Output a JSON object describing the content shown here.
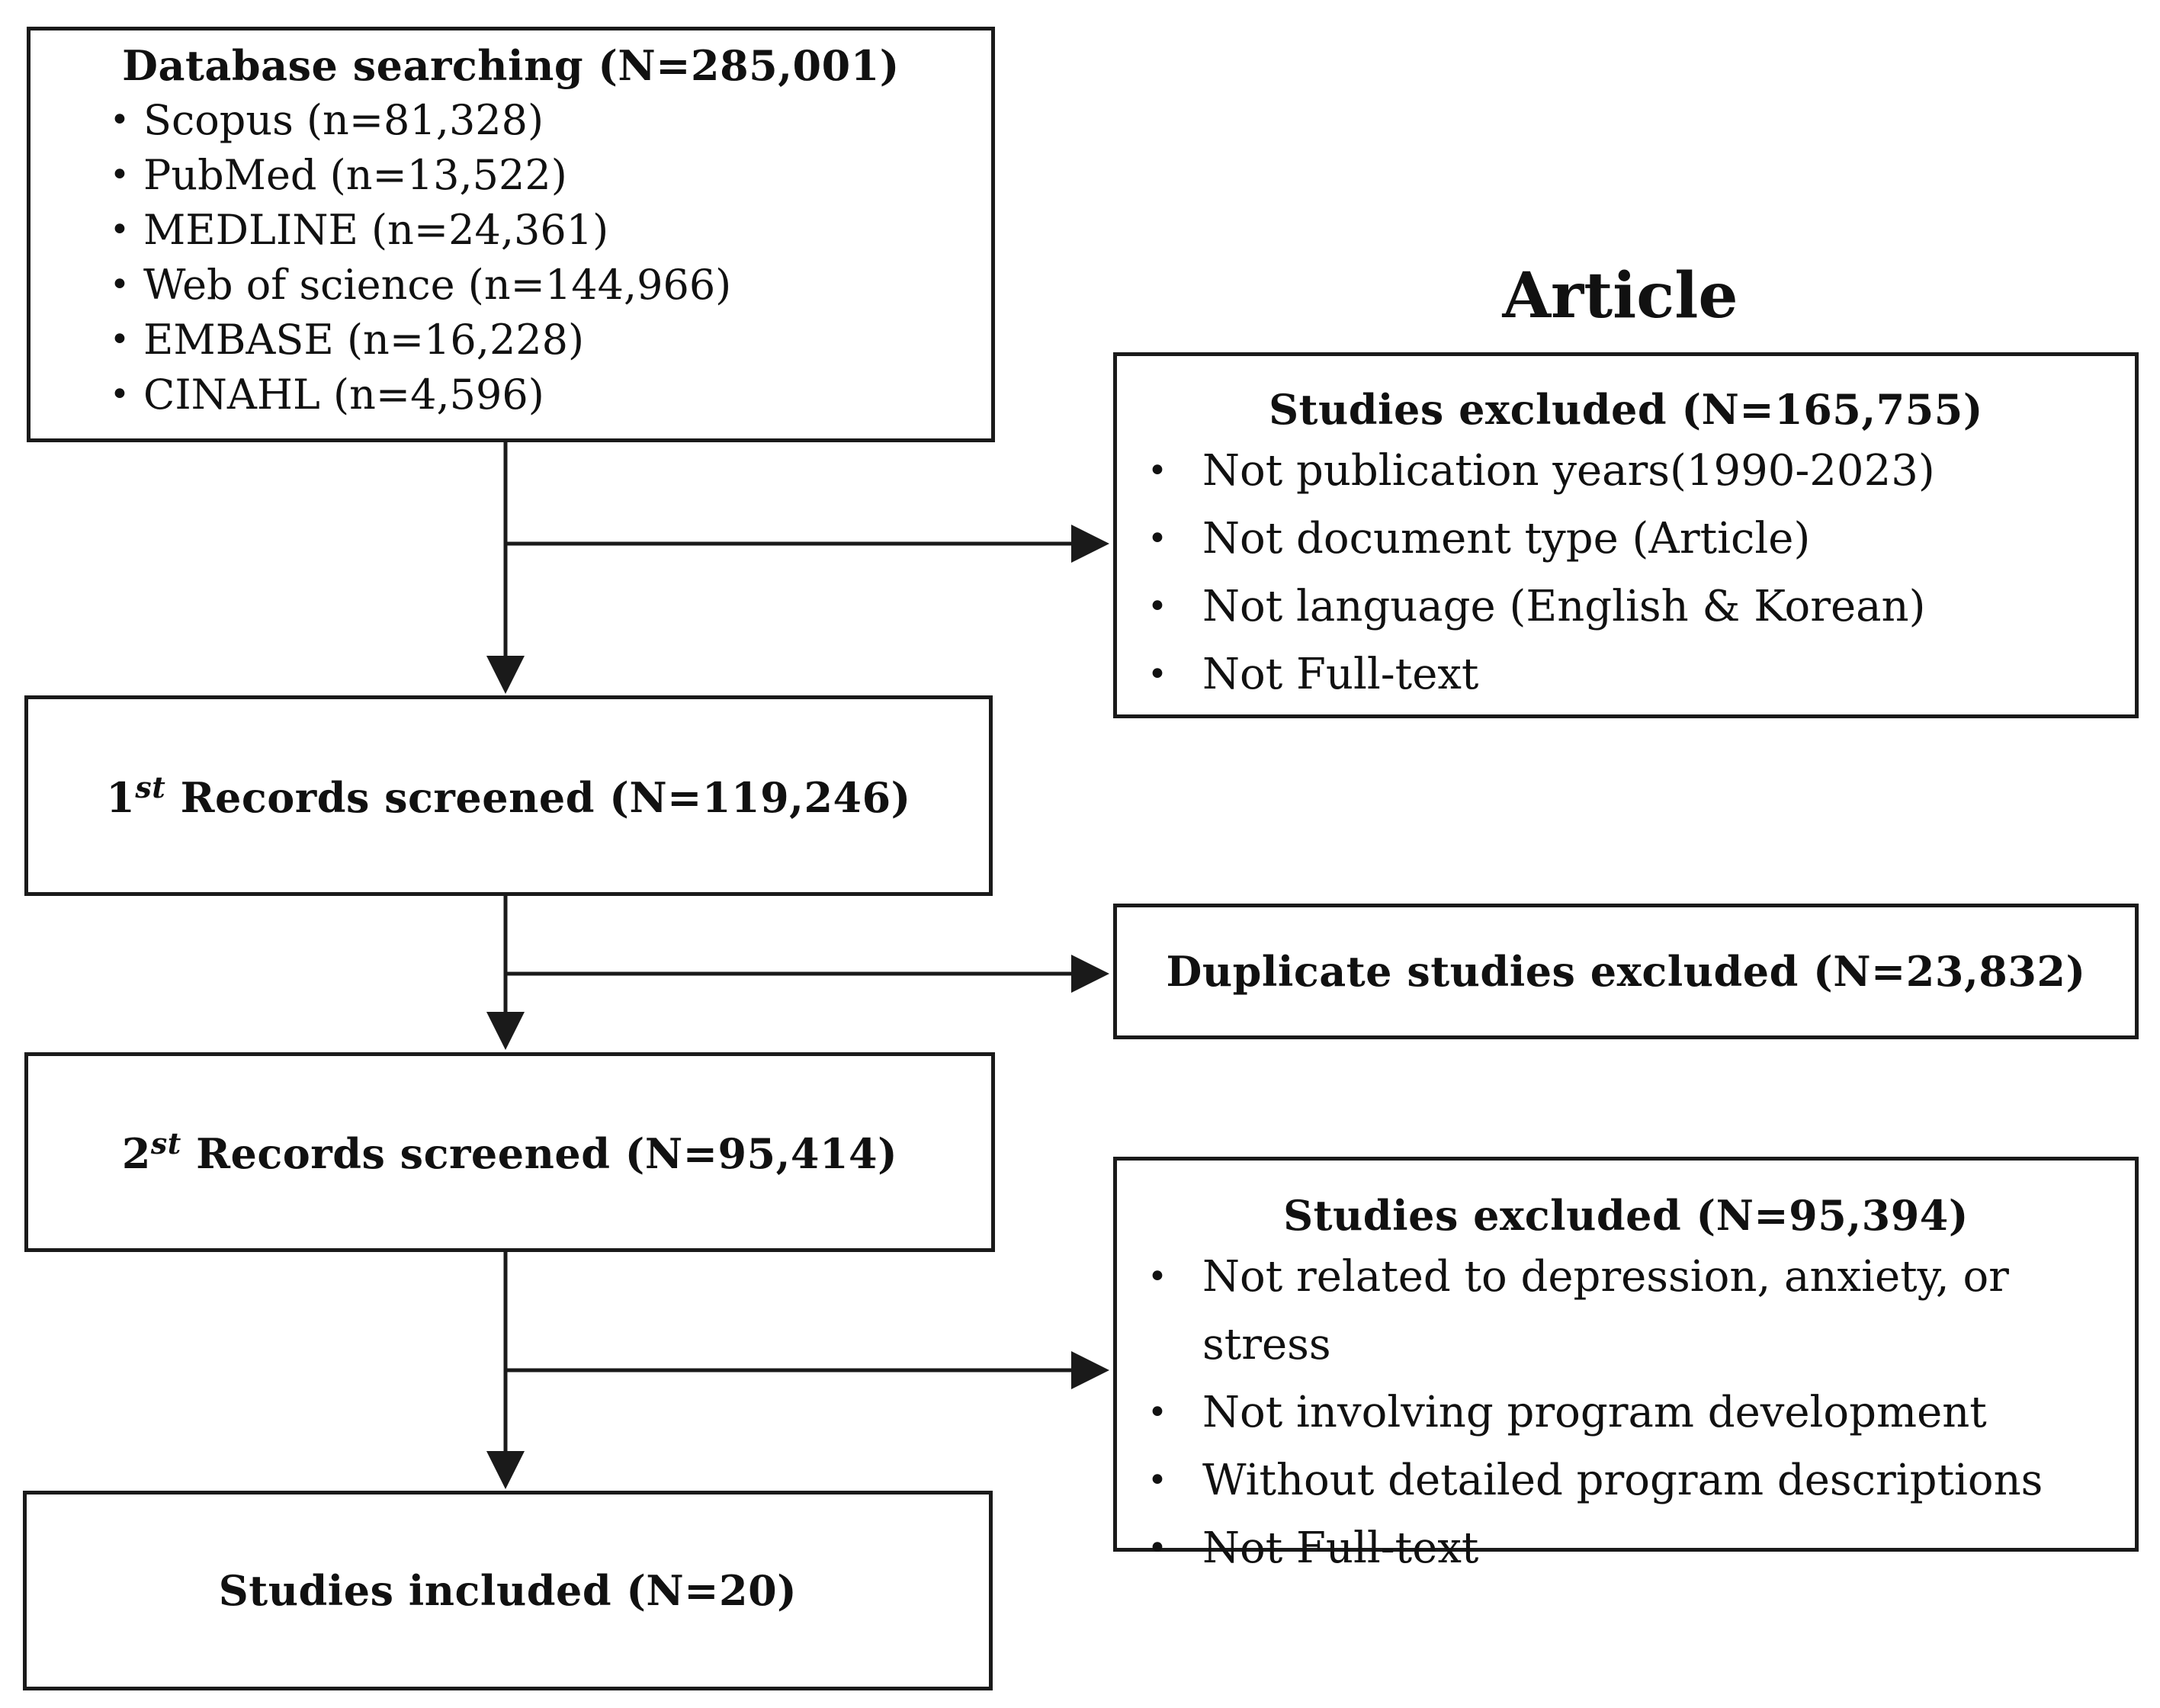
{
  "heading": "Article",
  "database": {
    "title": "Database searching (N=285,001)",
    "items": [
      "Scopus (n=81,328)",
      "PubMed (n=13,522)",
      "MEDLINE (n=24,361)",
      "Web of science (n=144,966)",
      "EMBASE (n=16,228)",
      "CINAHL (n=4,596)"
    ]
  },
  "first_screen": {
    "num": "1",
    "sup": "st",
    "text": " Records screened (N=119,246)"
  },
  "second_screen": {
    "num": "2",
    "sup": "st",
    "text": " Records screened (N=95,414)"
  },
  "included": {
    "title": "Studies included (N=20)"
  },
  "excluded_1": {
    "title": "Studies excluded (N=165,755)",
    "items": [
      "Not publication years(1990-2023)",
      "Not document type (Article)",
      "Not language (English & Korean)",
      "Not Full-text"
    ]
  },
  "duplicates": {
    "title": "Duplicate studies excluded (N=23,832)"
  },
  "excluded_2": {
    "title": "Studies excluded (N=95,394)",
    "items": [
      "Not related to depression, anxiety, or stress",
      "Not involving program development",
      "Without detailed program descriptions",
      "Not Full-text"
    ]
  }
}
